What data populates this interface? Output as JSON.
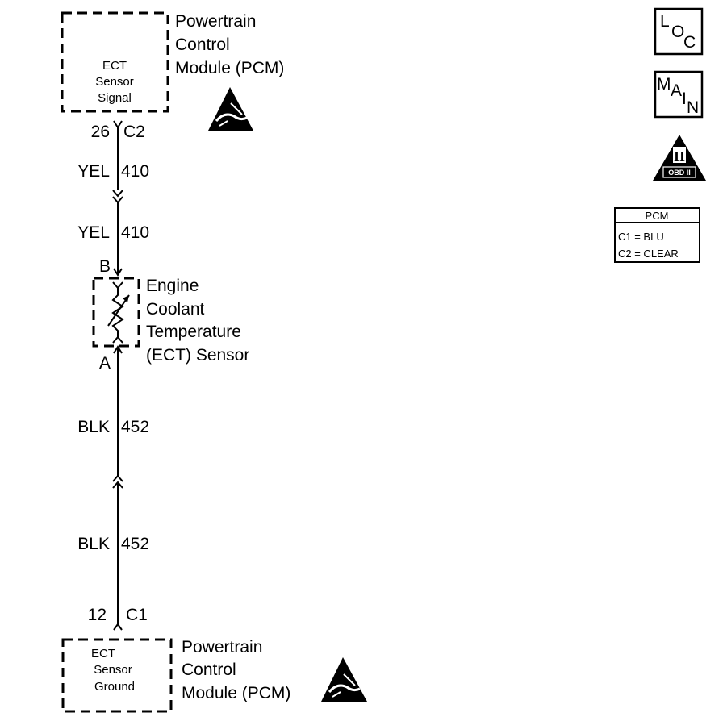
{
  "pcm_top": {
    "title_lines": [
      "Powertrain",
      "Control",
      "Module (PCM)"
    ],
    "inner_lines": [
      "ECT",
      "Sensor",
      "Signal"
    ],
    "pin": "26",
    "connector": "C2"
  },
  "wire_top": {
    "segment1": {
      "color": "YEL",
      "circuit": "410"
    },
    "segment2": {
      "color": "YEL",
      "circuit": "410"
    }
  },
  "sensor": {
    "title_lines": [
      "Engine",
      "Coolant",
      "Temperature",
      "(ECT) Sensor"
    ],
    "pin_b": "B",
    "pin_a": "A"
  },
  "wire_bottom": {
    "segment1": {
      "color": "BLK",
      "circuit": "452"
    },
    "segment2": {
      "color": "BLK",
      "circuit": "452"
    }
  },
  "pcm_bottom": {
    "title_lines": [
      "Powertrain",
      "Control",
      "Module (PCM)"
    ],
    "inner_lines": [
      "ECT",
      "Sensor",
      "Ground"
    ],
    "pin": "12",
    "connector": "C1"
  },
  "icons": {
    "loc": {
      "letters": [
        "L",
        "O",
        "C"
      ]
    },
    "main": {
      "letters": [
        "M",
        "A",
        "I",
        "N"
      ]
    },
    "obd": {
      "numeral": "II",
      "label": "OBD II"
    }
  },
  "pcm_legend": {
    "title": "PCM",
    "lines": [
      "C1 = BLU",
      "C2 = CLEAR"
    ]
  }
}
